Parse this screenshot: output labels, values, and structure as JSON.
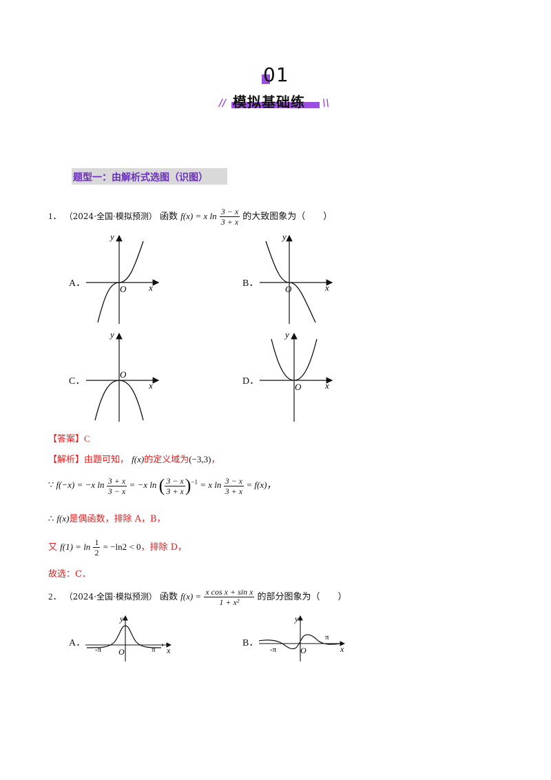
{
  "header": {
    "number": "01",
    "title": "模拟基础练",
    "left_deco": "//",
    "right_deco": "\\\\"
  },
  "section": {
    "title": "题型一：由解析式选图（识图）"
  },
  "q1": {
    "number": "1．",
    "source": "（2024·全国·模拟预测）",
    "stem_prefix": "函数",
    "func": "f(x) = x ln",
    "frac_num": "3 − x",
    "frac_den": "3 + x",
    "stem_suffix": "的大致图象为（　　）",
    "options": [
      {
        "label": "A．"
      },
      {
        "label": "B．"
      },
      {
        "label": "C．"
      },
      {
        "label": "D．"
      }
    ],
    "axis": {
      "x": "x",
      "y": "y",
      "origin": "O"
    }
  },
  "solution": {
    "answer_tag": "【答案】",
    "answer": "C",
    "analysis_tag": "【解析】",
    "line1_text": "由题可知，",
    "line1_func": "f(x)",
    "line1_mid": "的定义域为",
    "line1_domain": "(−3,3)",
    "line1_end": "，",
    "line2": {
      "because": "∵",
      "lhs": "f(−x) = −x ln",
      "f1_num": "3 + x",
      "f1_den": "3 − x",
      "mid": "= −x ln",
      "f2_num": "3 − x",
      "f2_den": "3 + x",
      "exp": "−1",
      "eq": "= x ln",
      "f3_num": "3 − x",
      "f3_den": "3 + x",
      "rhs": "= f(x)，"
    },
    "line3_therefore": "∴",
    "line3_func": "f(x)",
    "line3_text": "是偶函数，排除 A，B，",
    "line4_prefix": "又",
    "line4_expr": "f(1) = ln",
    "line4_num": "1",
    "line4_den": "2",
    "line4_expr2": "= −ln2 < 0",
    "line4_text": "，排除 D，",
    "line5": "故选：C．"
  },
  "q2": {
    "number": "2．",
    "source": "（2024·全国·模拟预测）",
    "stem_prefix": "函数",
    "func": "f(x) =",
    "frac_num": "x cos x + sin x",
    "frac_den": "1 + x²",
    "stem_suffix": "的部分图象为（　　）",
    "options": [
      {
        "label": "A．",
        "neg_pi": "-π",
        "pos_pi": "π"
      },
      {
        "label": "B．",
        "neg_pi": "-π",
        "pos_pi": "π"
      }
    ],
    "axis": {
      "x": "x",
      "y": "y",
      "origin": "O"
    }
  }
}
